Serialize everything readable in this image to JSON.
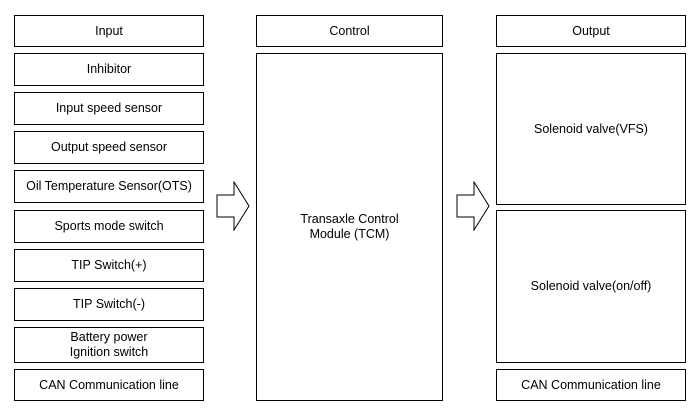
{
  "headers": {
    "input": "Input",
    "control": "Control",
    "output": "Output"
  },
  "inputs": [
    "Inhibitor",
    "Input speed sensor",
    "Output speed sensor",
    "Oil Temperature Sensor(OTS)",
    "Sports mode switch",
    "TIP Switch(+)",
    "TIP Switch(-)",
    "Battery power\nIgnition switch",
    "CAN Communication line"
  ],
  "control": {
    "module": "Transaxle Control\nModule (TCM)"
  },
  "outputs": {
    "vfs": "Solenoid valve(VFS)",
    "onoff": "Solenoid valve(on/off)",
    "can": "CAN Communication line"
  }
}
